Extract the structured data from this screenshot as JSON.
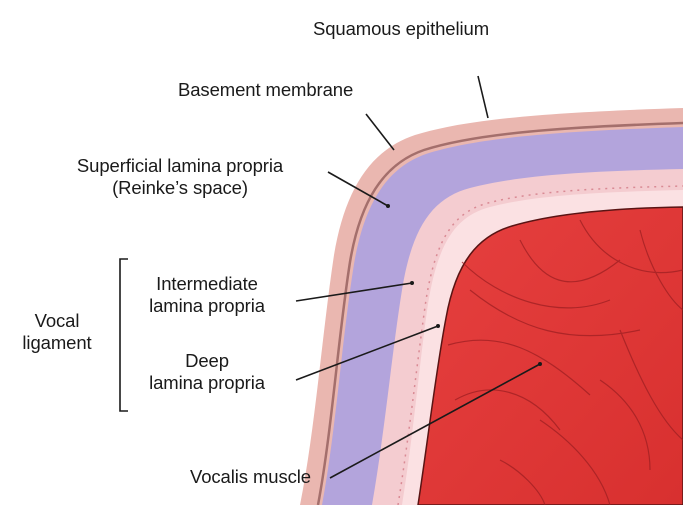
{
  "diagram": {
    "labels": {
      "squamous_epithelium": "Squamous epithelium",
      "basement_membrane": "Basement membrane",
      "superficial_lp_line1": "Superficial lamina propria",
      "superficial_lp_line2": "(Reinke’s space)",
      "intermediate_lp_line1": "Intermediate",
      "intermediate_lp_line2": "lamina propria",
      "deep_lp_line1": "Deep",
      "deep_lp_line2": "lamina propria",
      "vocal_ligament_line1": "Vocal",
      "vocal_ligament_line2": "ligament",
      "vocalis_muscle": "Vocalis muscle"
    },
    "colors": {
      "epithelium": "#eab7b0",
      "basement_membrane": "#a46f6c",
      "superficial_lamina_propria": "#b3a4dc",
      "intermediate_lamina_propria": "#f4ccd0",
      "deep_lamina_propria": "#fbe1e3",
      "vocalis_muscle": "#e0393b",
      "leader_line": "#1a1a1a"
    }
  }
}
